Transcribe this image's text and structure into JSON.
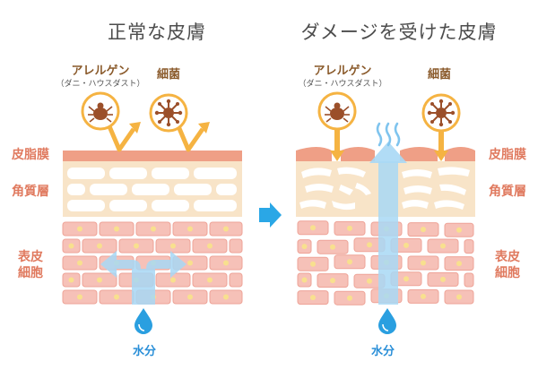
{
  "titles": {
    "normal": "正常な皮膚",
    "damaged": "ダメージを受けた皮膚"
  },
  "labels": {
    "allergen": "アレルゲン",
    "allergen_sub": "（ダニ・ハウスダスト）",
    "bacteria": "細菌",
    "sebum": "皮脂膜",
    "stratum_corneum": "角質層",
    "epidermis_line1": "表皮",
    "epidermis_line2": "細胞",
    "water": "水分"
  },
  "icons": [
    "mite-icon",
    "bacteria-icon",
    "water-drop-icon",
    "steam-icon",
    "arrow-right-icon"
  ],
  "colors": {
    "sebum": "#ef9f86",
    "horny_layer": "#f8e4c8",
    "cell_fill": "#f6c1b8",
    "cell_border": "#eea397",
    "nucleus": "#f8e08e",
    "arrow_orange": "#f5b342",
    "water_blue": "#a8d8f5",
    "drop_blue": "#2a9fe0",
    "title_gray": "#4d4d4d",
    "label_brown": "#8a5a2b",
    "label_salmon": "#e07a5f"
  }
}
